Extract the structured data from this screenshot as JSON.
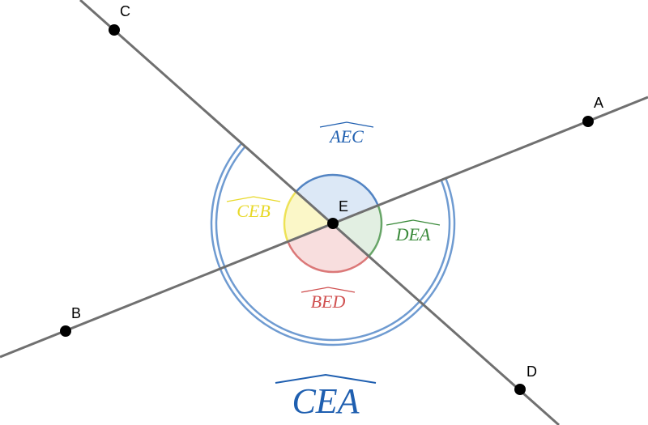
{
  "points": [
    {
      "id": "A",
      "label": "A"
    },
    {
      "id": "B",
      "label": "B"
    },
    {
      "id": "C",
      "label": "C"
    },
    {
      "id": "D",
      "label": "D"
    },
    {
      "id": "E",
      "label": "E"
    }
  ],
  "lines": [
    {
      "id": "line-AB",
      "through": [
        "B",
        "A"
      ]
    },
    {
      "id": "line-CD",
      "through": [
        "C",
        "D"
      ]
    }
  ],
  "angles": [
    {
      "id": "AEC",
      "label": "AEC",
      "color": "#1f5fb0",
      "fill": "#dce8f6"
    },
    {
      "id": "CEB",
      "label": "CEB",
      "color": "#e8d92a",
      "fill": "#fbf7c8"
    },
    {
      "id": "BED",
      "label": "BED",
      "color": "#d05050",
      "fill": "#f8dede"
    },
    {
      "id": "DEA",
      "label": "DEA",
      "color": "#3a8a3a",
      "fill": "#e2efe2"
    },
    {
      "id": "CEA",
      "label": "CEA",
      "color": "#1f5fb0",
      "fill": "none"
    }
  ],
  "colors": {
    "line": "#707070",
    "point": "#000000",
    "reflex_arc": "#6f9bd1"
  }
}
